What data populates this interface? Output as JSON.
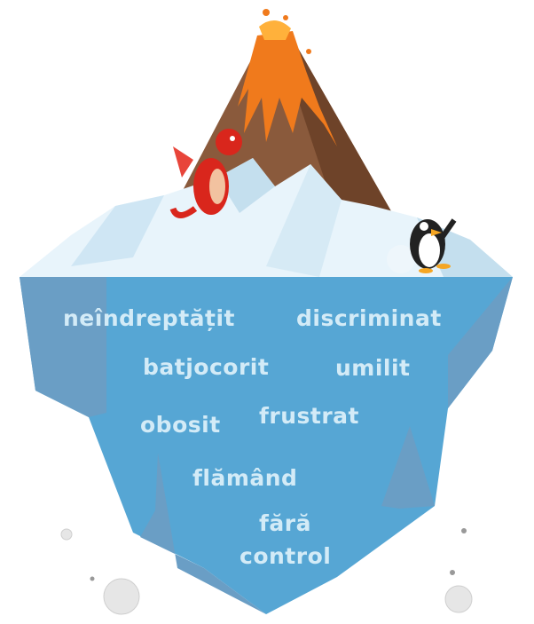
{
  "words": [
    "neîndreptățit",
    "discriminat",
    "batjocorit",
    "umilit",
    "obosit",
    "frustrat",
    "flămând",
    "fără",
    "control"
  ],
  "colors": {
    "water": "#56a6d4",
    "water_shadow": "#6a9ec5",
    "ice": "#e8f4fb",
    "ice_shadow": "#bcdcef",
    "text": "#d3ebf7",
    "volcano": "#8a5a3c",
    "lava": "#f07a1c",
    "dragon": "#d9261c",
    "penguin": "#222222"
  }
}
